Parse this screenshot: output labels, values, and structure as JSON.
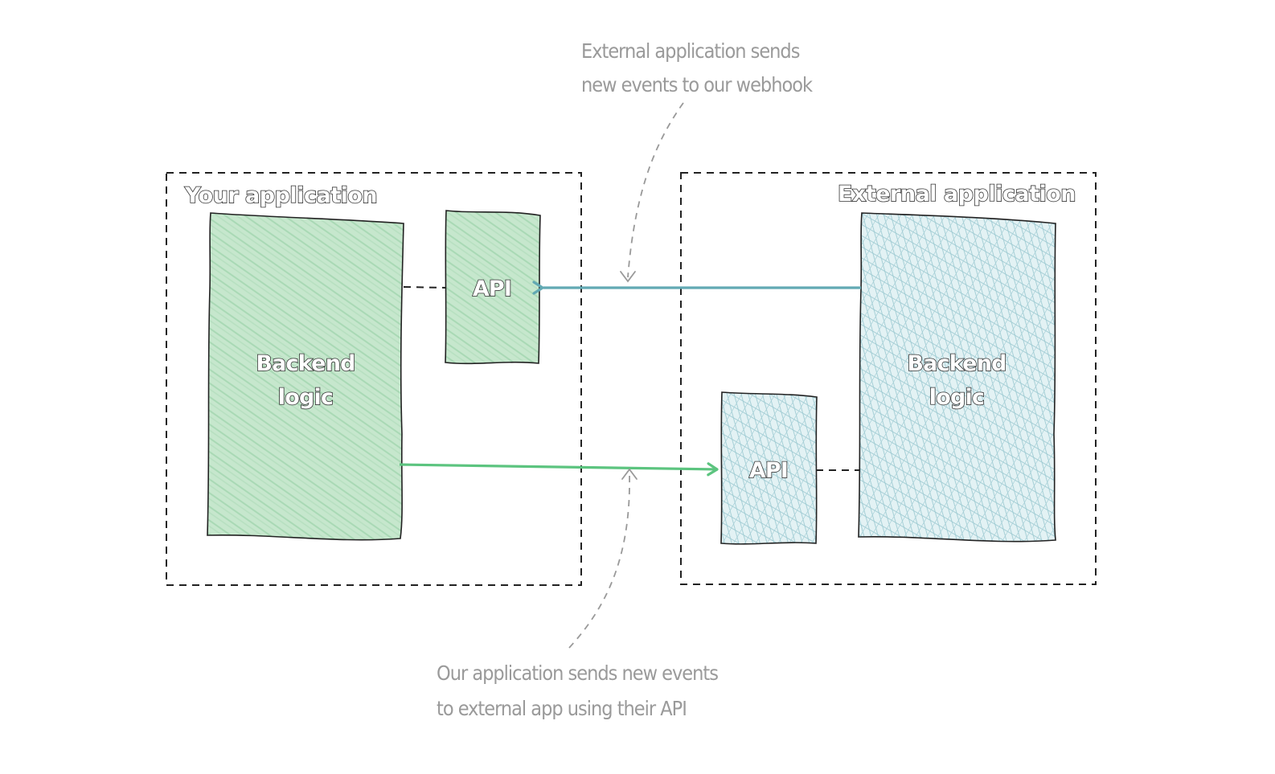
{
  "containers": {
    "yours": {
      "title": "Your application"
    },
    "external": {
      "title": "External application"
    }
  },
  "boxes": {
    "your_backend": {
      "label_lines": [
        "Backend",
        "logic"
      ]
    },
    "your_api": {
      "label": "API"
    },
    "ext_backend": {
      "label_lines": [
        "Backend",
        "logic"
      ]
    },
    "ext_api": {
      "label": "API"
    }
  },
  "notes": {
    "top": {
      "lines": [
        "External application sends",
        "new events to our webhook"
      ]
    },
    "bottom": {
      "lines": [
        "Our application sends new events",
        "to external app using their API"
      ]
    }
  },
  "colors": {
    "green_fill": "#c8e8cf",
    "green_arrow": "#5cc47f",
    "blue_fill": "#d6ecef",
    "blue_arrow": "#62a9b3",
    "outline": "#222222",
    "note_text": "#9a9a9a"
  }
}
